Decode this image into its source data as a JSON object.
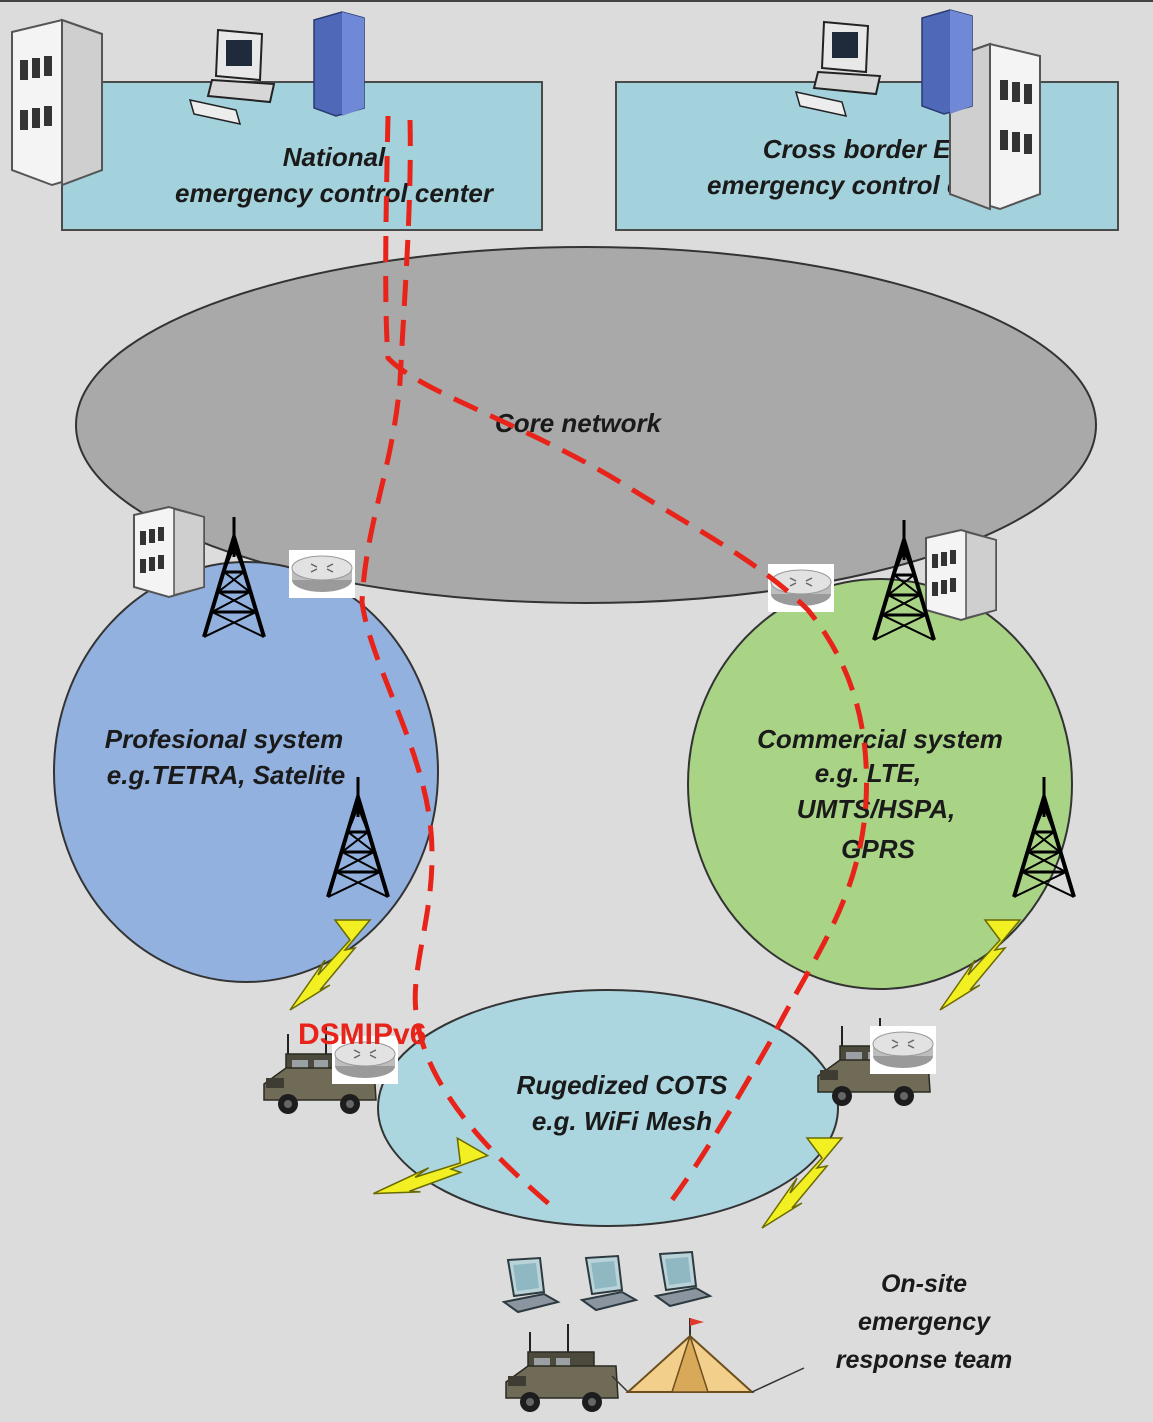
{
  "centers": {
    "national": {
      "line1": "National",
      "line2": "emergency control center"
    },
    "cross_border": {
      "line1": "Cross border EU",
      "line2": "emergency control center"
    }
  },
  "core_network": {
    "label": "Core network"
  },
  "professional": {
    "line1": "Profesional system",
    "line2": "e.g.TETRA, Satelite"
  },
  "commercial": {
    "line1": "Commercial system",
    "line2": "e.g. LTE,",
    "line3": "UMTS/HSPA,",
    "line4": "GPRS"
  },
  "rugedized": {
    "line1": "Rugedized COTS",
    "line2": "e.g. WiFi Mesh"
  },
  "onsite": {
    "line1": "On-site",
    "line2": "emergency",
    "line3": "response team"
  },
  "protocol_label": "DSMIPv6",
  "colors": {
    "background": "#dcdcdc",
    "center_box": "#a4d2dc",
    "core_network": "#a9a9a9",
    "professional": "#93b1de",
    "commercial": "#a9d486",
    "rugedized": "#acd6df",
    "path": "#e8231a",
    "lightning": "#f2ef22"
  }
}
